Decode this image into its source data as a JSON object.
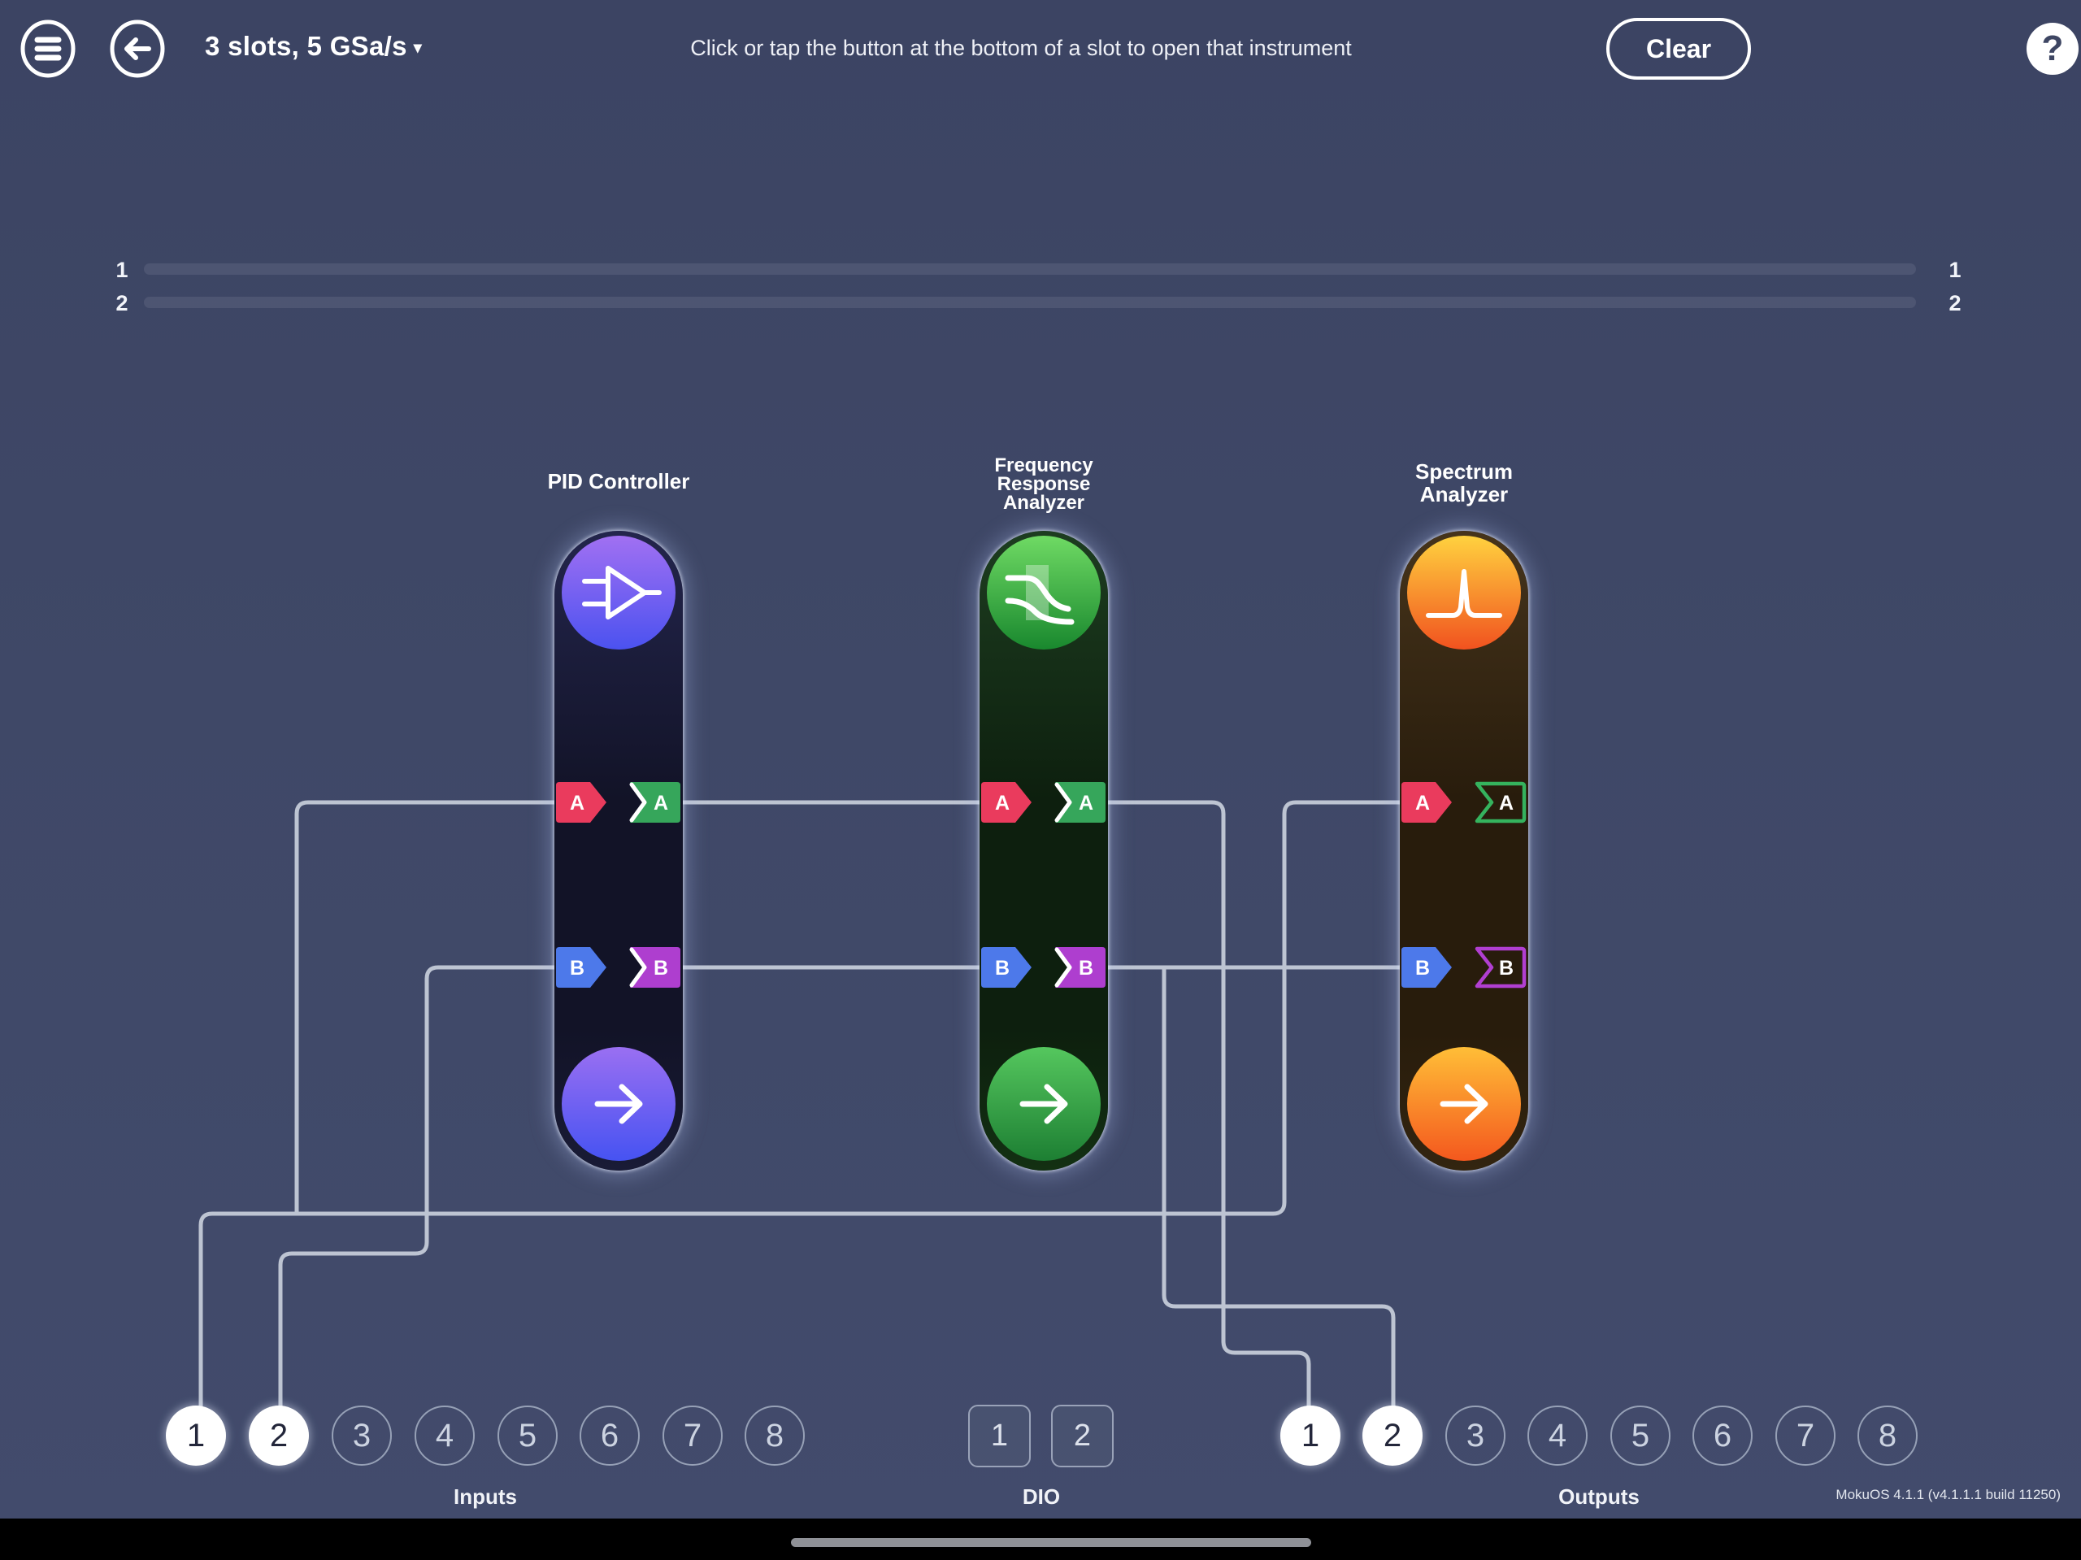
{
  "header": {
    "slots_selector": "3 slots, 5 GSa/s",
    "caret": "▾",
    "hint": "Click or tap the button at the bottom of a slot to open that instrument",
    "clear_label": "Clear",
    "help_glyph": "?"
  },
  "bus": {
    "labels": [
      "1",
      "2"
    ]
  },
  "slots": [
    {
      "title_lines": [
        "PID Controller"
      ],
      "in_a": "A",
      "out_a": "A",
      "in_b": "B",
      "out_b": "B"
    },
    {
      "title_lines": [
        "Frequency",
        "Response",
        "Analyzer"
      ],
      "in_a": "A",
      "out_a": "A",
      "in_b": "B",
      "out_b": "B"
    },
    {
      "title_lines": [
        "Spectrum",
        "Analyzer"
      ],
      "in_a": "A",
      "out_a": "A",
      "in_b": "B",
      "out_b": "B"
    }
  ],
  "io": {
    "inputs": {
      "label": "Inputs",
      "items": [
        "1",
        "2",
        "3",
        "4",
        "5",
        "6",
        "7",
        "8"
      ]
    },
    "dio": {
      "label": "DIO",
      "items": [
        "1",
        "2"
      ]
    },
    "outputs": {
      "label": "Outputs",
      "items": [
        "1",
        "2",
        "3",
        "4",
        "5",
        "6",
        "7",
        "8"
      ]
    }
  },
  "footer": {
    "version": "MokuOS 4.1.1 (v4.1.1.1 build 11250)"
  },
  "colors": {
    "wire": "#bdc4d2",
    "input_a_red": "#ea3b5d",
    "input_b_blue": "#4d79ea",
    "output_a_green": "#36a65b",
    "output_b_purple": "#ae3ecf",
    "pid_accent": "#5b55f1",
    "fra_accent": "#2f9d43",
    "sa_accent": "#f97c28"
  }
}
